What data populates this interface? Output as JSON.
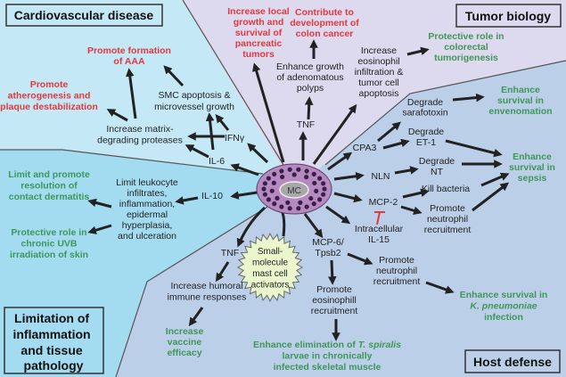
{
  "titles": {
    "cardio": "Cardiovascular disease",
    "tumor": "Tumor biology",
    "limitation": [
      "Limitation of",
      "inflammation",
      "and tissue",
      "pathology"
    ],
    "host": "Host defense"
  },
  "center_cell": "MC",
  "colors": {
    "cardio_bg": "#c4e8f6",
    "tumor_bg": "#ddd9ee",
    "host_bg": "#bccfe8",
    "limitation_bg": "#a3dcf0",
    "harmful": "#e2393f",
    "protective": "#3f9659",
    "cell": "#b58ac0",
    "activator_bg": "#eaf6cc",
    "inhibition": "#e2393f"
  },
  "nodes": [
    {
      "id": "aaa",
      "kind": "harmful",
      "lines": [
        "Promote formation",
        "of AAA"
      ]
    },
    {
      "id": "athero",
      "kind": "harmful",
      "lines": [
        "Promote",
        "atherogenesis and",
        "plaque destabilization"
      ]
    },
    {
      "id": "smc",
      "kind": "mediator",
      "lines": [
        "SMC apoptosis &",
        "microvessel growth"
      ]
    },
    {
      "id": "matrix",
      "kind": "mediator",
      "lines": [
        "Increase matrix-",
        "degrading proteases"
      ]
    },
    {
      "id": "ifng",
      "kind": "mediator",
      "lines": [
        "IFNγ"
      ]
    },
    {
      "id": "il6",
      "kind": "mediator",
      "lines": [
        "IL-6"
      ]
    },
    {
      "id": "pancreatic",
      "kind": "harmful",
      "lines": [
        "Increase local",
        "growth and",
        "survival of",
        "pancreatic",
        "tumors"
      ]
    },
    {
      "id": "colon",
      "kind": "harmful",
      "lines": [
        "Contribute to",
        "development of",
        "colon cancer"
      ]
    },
    {
      "id": "polyps",
      "kind": "mediator",
      "lines": [
        "Enhance growth",
        "of adenomatous",
        "polyps"
      ]
    },
    {
      "id": "tnf_top",
      "kind": "mediator",
      "lines": [
        "TNF"
      ]
    },
    {
      "id": "eosin",
      "kind": "mediator",
      "lines": [
        "Increase",
        "eosinophil",
        "infiltration &",
        "tumor cell",
        "apoptosis"
      ]
    },
    {
      "id": "colorectal",
      "kind": "protective",
      "lines": [
        "Protective role in",
        "colorectal",
        "tumorigenesis"
      ]
    },
    {
      "id": "sarafotoxin",
      "kind": "mediator",
      "lines": [
        "Degrade",
        "sarafotoxin"
      ]
    },
    {
      "id": "envenom",
      "kind": "protective",
      "lines": [
        "Enhance",
        "survival in",
        "envenomation"
      ]
    },
    {
      "id": "et1",
      "kind": "mediator",
      "lines": [
        "Degrade",
        "ET-1"
      ]
    },
    {
      "id": "cpa3",
      "kind": "mediator",
      "lines": [
        "CPA3"
      ]
    },
    {
      "id": "nt",
      "kind": "mediator",
      "lines": [
        "Degrade",
        "NT"
      ]
    },
    {
      "id": "sepsis",
      "kind": "protective",
      "lines": [
        "Enhance",
        "survival in",
        "sepsis"
      ]
    },
    {
      "id": "nln",
      "kind": "mediator",
      "lines": [
        "NLN"
      ]
    },
    {
      "id": "mcp2",
      "kind": "mediator",
      "lines": [
        "MCP-2"
      ]
    },
    {
      "id": "kill",
      "kind": "mediator",
      "lines": [
        "Kill bacteria"
      ]
    },
    {
      "id": "neutro1",
      "kind": "mediator",
      "lines": [
        "Promote",
        "neutrophil",
        "recruitment"
      ]
    },
    {
      "id": "il15",
      "kind": "mediator",
      "lines": [
        "Intracellular",
        "IL-15"
      ]
    },
    {
      "id": "mcp6",
      "kind": "mediator",
      "lines": [
        "MCP-6/",
        "Tpsb2"
      ]
    },
    {
      "id": "neutro2",
      "kind": "mediator",
      "lines": [
        "Promote",
        "neutrophil",
        "recruitment"
      ]
    },
    {
      "id": "eosrec",
      "kind": "mediator",
      "lines": [
        "Promote",
        "eosinophill",
        "recruitment"
      ]
    },
    {
      "id": "kpneu",
      "kind": "protective",
      "lines": [
        "Enhance survival in",
        [
          {
            "text": "K. pneumoniae",
            "italic": true
          }
        ],
        "infection"
      ]
    },
    {
      "id": "tspiralis",
      "kind": "protective",
      "lines": [
        [
          {
            "text": "Enhance elimination of ",
            "italic": false
          },
          {
            "text": "T. spiralis",
            "italic": true
          }
        ],
        "larvae in chronically",
        "infected skeletal muscle"
      ]
    },
    {
      "id": "tnf_bot",
      "kind": "mediator",
      "lines": [
        "TNF"
      ]
    },
    {
      "id": "humoral",
      "kind": "mediator",
      "lines": [
        "Increase humoral",
        "immune responses"
      ]
    },
    {
      "id": "vaccine",
      "kind": "protective",
      "lines": [
        "Increase",
        "vaccine",
        "efficacy"
      ]
    },
    {
      "id": "il10",
      "kind": "mediator",
      "lines": [
        "IL-10"
      ]
    },
    {
      "id": "leukocyte",
      "kind": "mediator",
      "lines": [
        "Limit leukocyte",
        "infiltrates,",
        "inflammation,",
        "epidermal",
        "hyperplasia,",
        "and ulceration"
      ]
    },
    {
      "id": "dermatitis",
      "kind": "protective",
      "lines": [
        "Limit and promote",
        "resolution of",
        "contact dermatitis"
      ]
    },
    {
      "id": "uvb",
      "kind": "protective",
      "lines": [
        "Protective role in",
        "chronic UVB",
        "irradiation of skin"
      ]
    },
    {
      "id": "smallmol",
      "kind": "activator",
      "lines": [
        "Small-",
        "molecule",
        "mast cell",
        "activators"
      ]
    }
  ]
}
